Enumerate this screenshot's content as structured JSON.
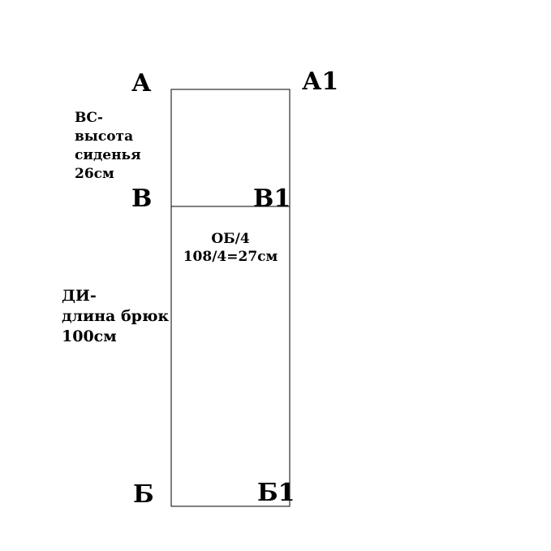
{
  "points": {
    "a": "А",
    "a1": "А1",
    "v": "В",
    "v1": "В1",
    "b": "Б",
    "b1": "Б1"
  },
  "notes": {
    "seat_height": [
      "ВС-",
      "высота",
      "сиденья",
      "26см"
    ],
    "trouser_length": [
      "ДИ-",
      "длина брюк",
      "100см"
    ],
    "hip_quarter": [
      "ОБ/4",
      "108/4=27см"
    ]
  },
  "colors": {
    "line": "#000000",
    "background": "#ffffff"
  }
}
